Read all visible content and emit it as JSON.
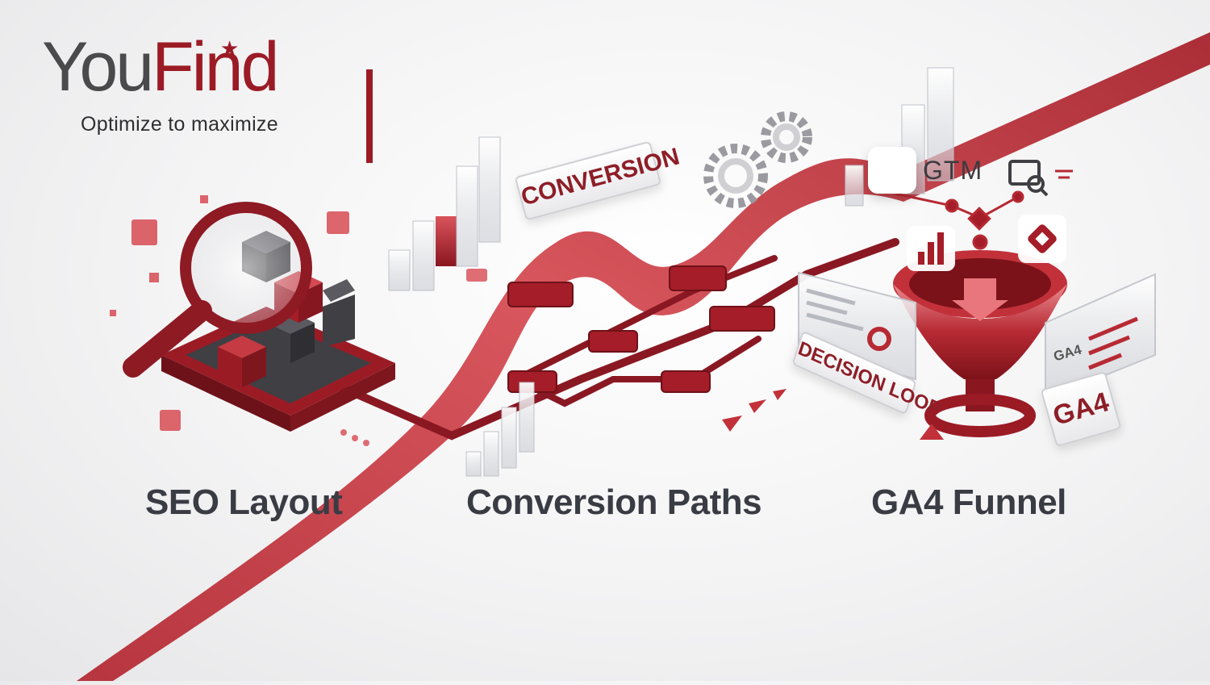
{
  "brand": {
    "name_part1": "You",
    "name_part2": "Find",
    "tagline": "Optimize to maximize"
  },
  "captions": {
    "seo": "SEO Layout",
    "conversion": "Conversion Paths",
    "funnel": "GA4 Funnel"
  },
  "signs": {
    "conversion": "CONVERSION",
    "decision_loop": "DECISION LOOP",
    "ga4_badge": "GA4",
    "ga4_small": "GA4",
    "gtm": "GTM"
  },
  "colors": {
    "brand_red": "#9b1b25",
    "dark_red": "#6e1219",
    "light_red": "#d9545c",
    "charcoal": "#3f3f44",
    "caption_text": "#3a3c44"
  },
  "icons": [
    "magnifier-icon",
    "cube-stack-icon",
    "gear-icon",
    "funnel-icon",
    "gtm-diamond-icon",
    "code-search-icon",
    "analytics-bars-icon",
    "bar-chart-icon"
  ]
}
